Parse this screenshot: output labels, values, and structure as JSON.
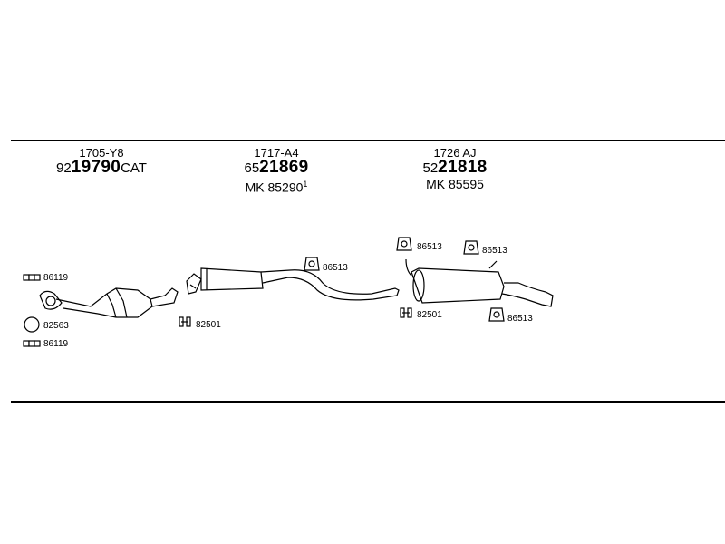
{
  "groups": [
    {
      "code": "1705-Y8",
      "partno_prefix": "92",
      "partno_main": "19790",
      "partno_suffix": "CAT",
      "mk": ""
    },
    {
      "code": "1717-A4",
      "partno_prefix": "65",
      "partno_main": "21869",
      "partno_suffix": "",
      "mk": "MK  85290",
      "mk_sup": "1"
    },
    {
      "code": "1726 AJ",
      "partno_prefix": "52",
      "partno_main": "21818",
      "partno_suffix": "",
      "mk": "MK  85595"
    }
  ],
  "labels": {
    "l1": "86119",
    "l2": "82563",
    "l3": "86119",
    "l4": "82501",
    "l5": "86513",
    "l6": "86513",
    "l7": "86513",
    "l8": "82501",
    "l9": "86513"
  }
}
